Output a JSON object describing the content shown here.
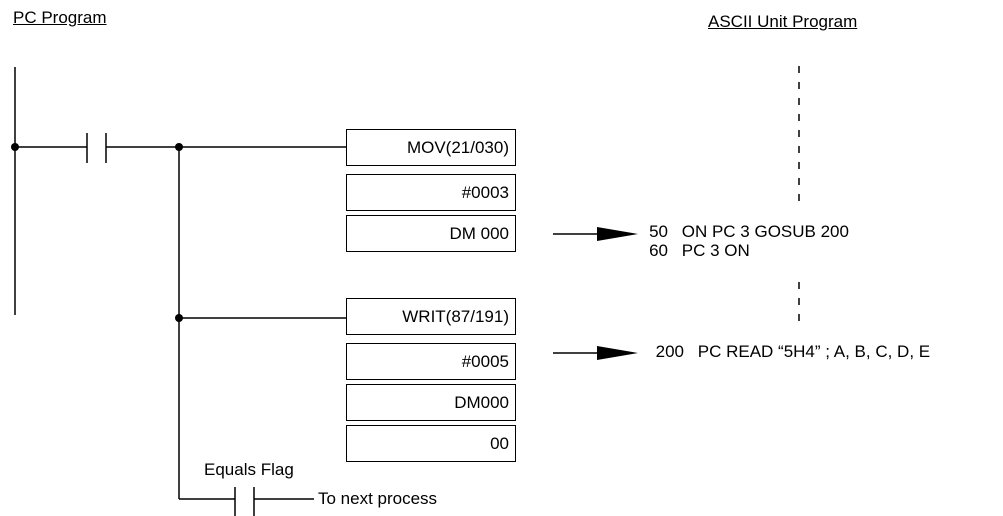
{
  "headings": {
    "left": "PC Program",
    "right": "ASCII Unit Program"
  },
  "blocks": {
    "mov": [
      "MOV(21/030)",
      "#0003",
      "DM 000"
    ],
    "writ": [
      "WRIT(87/191)",
      "#0005",
      "DM000",
      "00"
    ]
  },
  "labels": {
    "equals_flag": "Equals Flag",
    "to_next": "To next process"
  },
  "program_lines": [
    {
      "num": "50",
      "text": "ON PC 3 GOSUB 200"
    },
    {
      "num": "60",
      "text": "PC 3 ON"
    },
    {
      "num": "200",
      "text": "PC READ “5H4” ; A, B, C, D, E"
    }
  ]
}
